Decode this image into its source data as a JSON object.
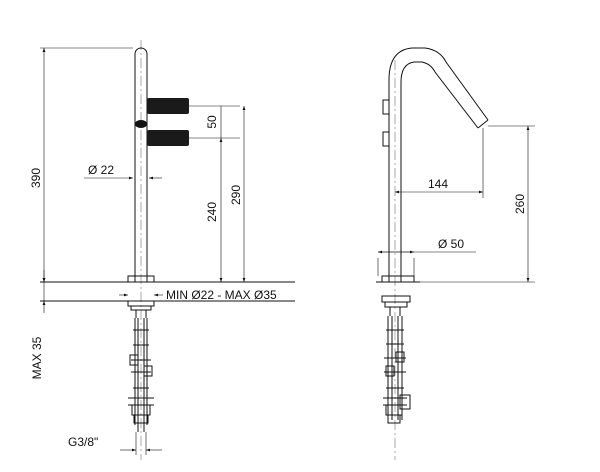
{
  "drawing": {
    "dimensions": {
      "total_height": "390",
      "lever_spacing": "50",
      "lower_lever_height": "240",
      "upper_lever_height": "290",
      "body_diameter": "Ø  22",
      "hole_range": "MIN Ø22 - MAX Ø35",
      "max_thickness": "MAX 35",
      "thread": "G3/8\"",
      "spout_reach": "144",
      "spout_height": "260",
      "base_diameter": "Ø  50"
    }
  }
}
